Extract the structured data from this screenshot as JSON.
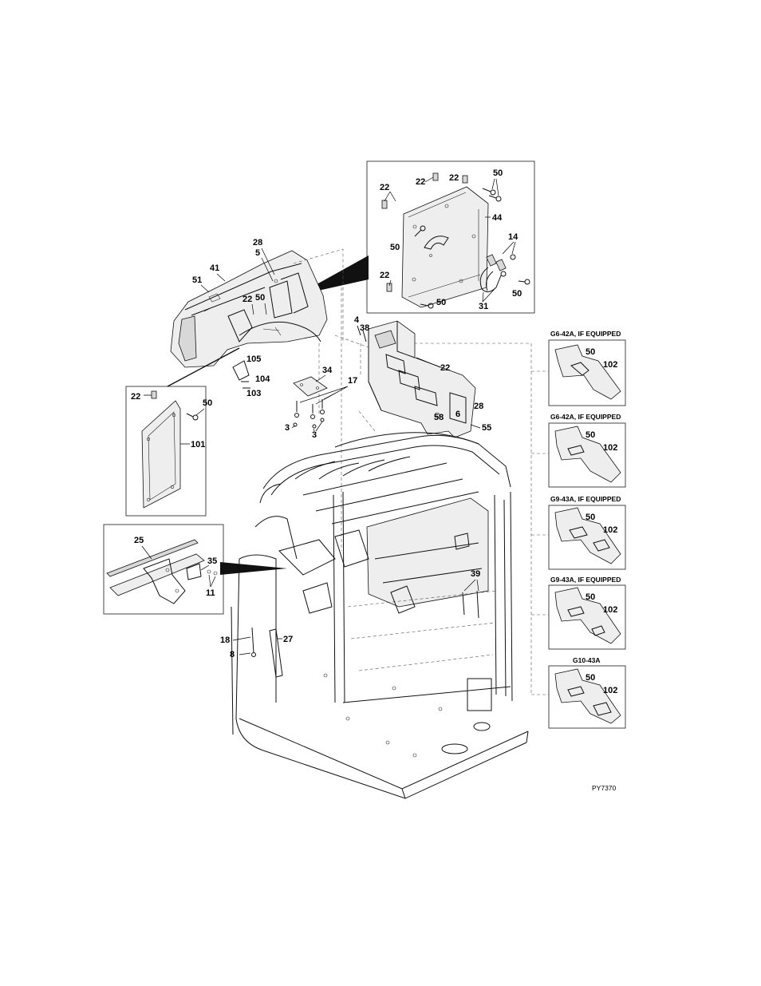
{
  "figure_id": "PY7370",
  "callouts": {
    "c41": "41",
    "c51": "51",
    "c28a": "28",
    "c5": "5",
    "c22a": "22",
    "c50a": "50",
    "c105": "105",
    "c104": "104",
    "c103": "103",
    "c34": "34",
    "c17": "17",
    "c3a": "3",
    "c3b": "3",
    "c4": "4",
    "c38": "38",
    "c22b": "22",
    "c58": "58",
    "c6": "6",
    "c28b": "28",
    "c55": "55",
    "c39": "39",
    "c18": "18",
    "c8": "8",
    "c27": "27"
  },
  "inset_top": {
    "c22a": "22",
    "c22b": "22",
    "c50a": "50",
    "c22c": "22",
    "c44": "44",
    "c50b": "50",
    "c14": "14",
    "c22d": "22",
    "c50c": "50",
    "c31": "31",
    "c50d": "50"
  },
  "inset_left": {
    "c22": "22",
    "c50": "50",
    "c101": "101"
  },
  "inset_rail": {
    "c25": "25",
    "c35": "35",
    "c11": "11"
  },
  "plates": [
    {
      "title": "G6-42A, IF EQUIPPED",
      "c1": "50",
      "c2": "102"
    },
    {
      "title": "G6-42A, IF EQUIPPED",
      "c1": "50",
      "c2": "102"
    },
    {
      "title": "G9-43A, IF EQUIPPED",
      "c1": "50",
      "c2": "102"
    },
    {
      "title": "G9-43A, IF EQUIPPED",
      "c1": "50",
      "c2": "102"
    },
    {
      "title": "G10-43A",
      "c1": "50",
      "c2": "102"
    }
  ]
}
